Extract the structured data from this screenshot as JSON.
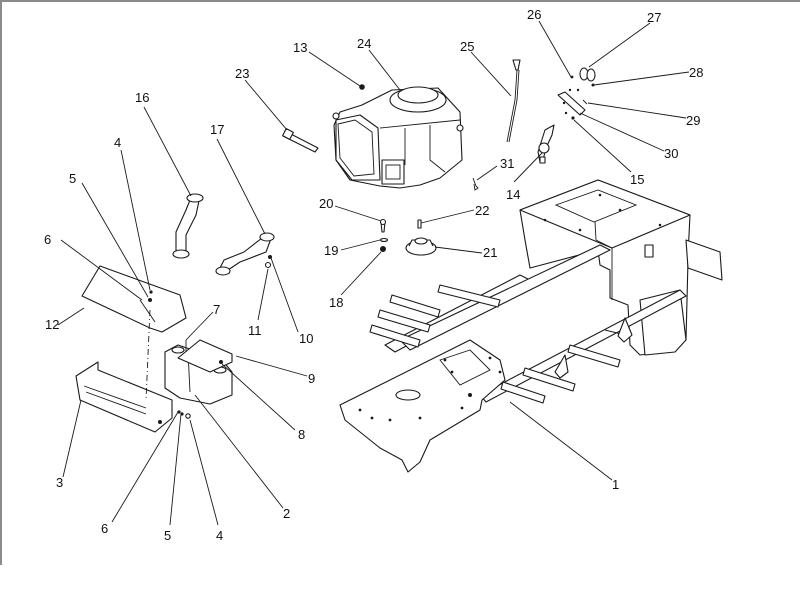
{
  "diagram": {
    "title": "Frame and engine exploded parts diagram",
    "frame_color": "#8a8a8a",
    "line_color": "#1a1a1a",
    "callouts": [
      {
        "id": "c1",
        "label": "1"
      },
      {
        "id": "c2",
        "label": "2"
      },
      {
        "id": "c3",
        "label": "3"
      },
      {
        "id": "c4a",
        "label": "4"
      },
      {
        "id": "c4b",
        "label": "4"
      },
      {
        "id": "c5a",
        "label": "5"
      },
      {
        "id": "c5b",
        "label": "5"
      },
      {
        "id": "c6a",
        "label": "6"
      },
      {
        "id": "c6b",
        "label": "6"
      },
      {
        "id": "c7",
        "label": "7"
      },
      {
        "id": "c8",
        "label": "8"
      },
      {
        "id": "c9",
        "label": "9"
      },
      {
        "id": "c10",
        "label": "10"
      },
      {
        "id": "c11",
        "label": "11"
      },
      {
        "id": "c12",
        "label": "12"
      },
      {
        "id": "c13",
        "label": "13"
      },
      {
        "id": "c14",
        "label": "14"
      },
      {
        "id": "c15",
        "label": "15"
      },
      {
        "id": "c16",
        "label": "16"
      },
      {
        "id": "c17",
        "label": "17"
      },
      {
        "id": "c18",
        "label": "18"
      },
      {
        "id": "c19",
        "label": "19"
      },
      {
        "id": "c20",
        "label": "20"
      },
      {
        "id": "c21",
        "label": "21"
      },
      {
        "id": "c22",
        "label": "22"
      },
      {
        "id": "c23",
        "label": "23"
      },
      {
        "id": "c24",
        "label": "24"
      },
      {
        "id": "c25",
        "label": "25"
      },
      {
        "id": "c26",
        "label": "26"
      },
      {
        "id": "c27",
        "label": "27"
      },
      {
        "id": "c28",
        "label": "28"
      },
      {
        "id": "c29",
        "label": "29"
      },
      {
        "id": "c30",
        "label": "30"
      },
      {
        "id": "c31",
        "label": "31"
      }
    ],
    "parts": [
      {
        "name": "main-frame",
        "callout": "1"
      },
      {
        "name": "muffler",
        "callout": "2"
      },
      {
        "name": "muffler-heat-shield-lower",
        "callout": "3"
      },
      {
        "name": "nut",
        "callout": "4"
      },
      {
        "name": "lock-washer",
        "callout": "5"
      },
      {
        "name": "flat-washer",
        "callout": "6"
      },
      {
        "name": "bolt",
        "callout": "7"
      },
      {
        "name": "muffler-bracket-nut",
        "callout": "8"
      },
      {
        "name": "muffler-bracket",
        "callout": "9"
      },
      {
        "name": "exhaust-bolt",
        "callout": "10"
      },
      {
        "name": "exhaust-washer",
        "callout": "11"
      },
      {
        "name": "muffler-heat-shield-upper",
        "callout": "12"
      },
      {
        "name": "engine-nut",
        "callout": "13"
      },
      {
        "name": "throttle-lever",
        "callout": "14"
      },
      {
        "name": "throttle-nut",
        "callout": "15"
      },
      {
        "name": "exhaust-pipe-left",
        "callout": "16"
      },
      {
        "name": "exhaust-pipe-right",
        "callout": "17"
      },
      {
        "name": "engine-mount-nut",
        "callout": "18"
      },
      {
        "name": "engine-mount-washer",
        "callout": "19"
      },
      {
        "name": "engine-mount-bolt",
        "callout": "20"
      },
      {
        "name": "pulley",
        "callout": "21"
      },
      {
        "name": "key",
        "callout": "22"
      },
      {
        "name": "fuel-line",
        "callout": "23"
      },
      {
        "name": "engine",
        "callout": "24"
      },
      {
        "name": "dipstick",
        "callout": "25"
      },
      {
        "name": "cable-clamp-screw",
        "callout": "26"
      },
      {
        "name": "cable-clamp",
        "callout": "27"
      },
      {
        "name": "clamp-nut",
        "callout": "28"
      },
      {
        "name": "control-bolt",
        "callout": "29"
      },
      {
        "name": "control-plate",
        "callout": "30"
      },
      {
        "name": "wire-clip",
        "callout": "31"
      }
    ]
  }
}
